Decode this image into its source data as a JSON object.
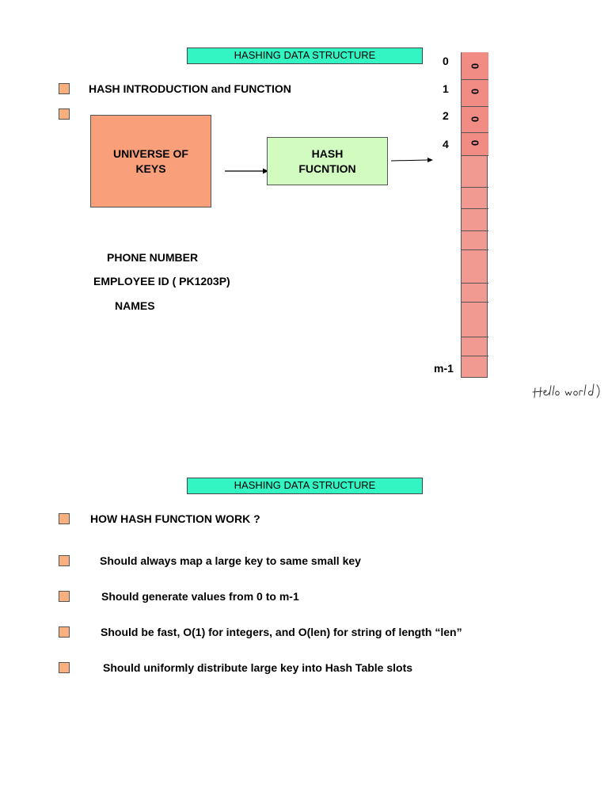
{
  "section1": {
    "title": "HASHING DATA STRUCTURE",
    "bullet1": "HASH INTRODUCTION and FUNCTION",
    "universe_box": [
      "UNIVERSE OF",
      "KEYS"
    ],
    "hash_box": [
      "HASH",
      "FUCNTION"
    ],
    "key_examples": [
      "PHONE NUMBER",
      "EMPLOYEE ID ( PK1203P)",
      "NAMES"
    ],
    "table": {
      "index_labels": [
        "0",
        "1",
        "2",
        "4",
        "m-1"
      ],
      "slot_values": [
        "0",
        "0",
        "0",
        "0"
      ]
    },
    "handwritten_note": "Hello world"
  },
  "section2": {
    "title": "HASHING DATA STRUCTURE",
    "question": "HOW HASH FUNCTION WORK ?",
    "points": [
      "Should always map a large key to same small key",
      "Should generate values from 0 to m-1",
      "Should be fast, O(1) for integers, and O(len) for string of length “len”",
      "Should uniformly distribute large key into Hash Table slots"
    ]
  },
  "colors": {
    "title_bar": "#33f5c4",
    "bullet": "#f7b07e",
    "universe_box": "#f9a07a",
    "hash_box": "#d2fbc0",
    "table_slots": "#f08c84"
  }
}
